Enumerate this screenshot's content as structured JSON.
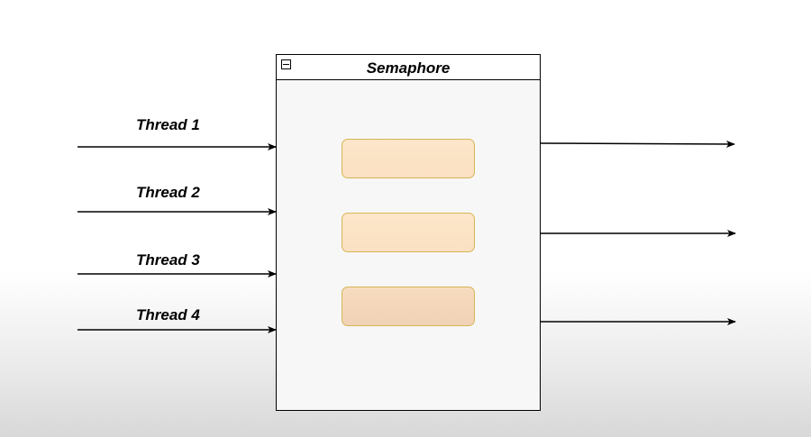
{
  "threads": [
    {
      "label": "Thread 1"
    },
    {
      "label": "Thread 2"
    },
    {
      "label": "Thread 3"
    },
    {
      "label": "Thread 4"
    }
  ],
  "semaphore": {
    "title": "Semaphore",
    "slot_count": 3,
    "slot_fill_color": "#fce4c6",
    "slot_border_color": "#d6b656"
  },
  "output_arrow_count": 3,
  "colors": {
    "line": "#000000",
    "box_background": "#f7f7f7"
  }
}
